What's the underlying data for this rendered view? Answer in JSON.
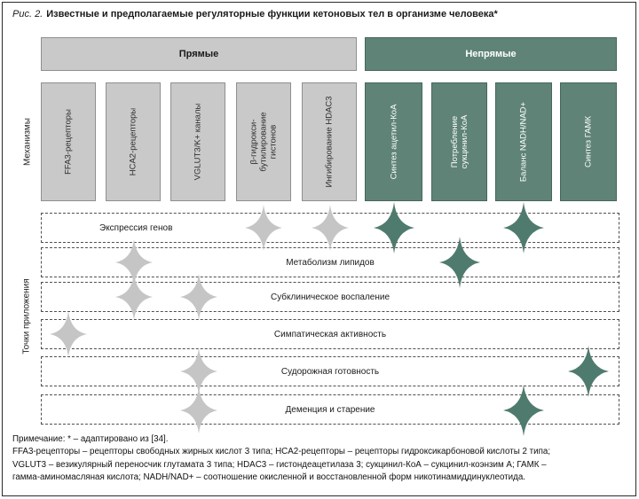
{
  "title": {
    "prefix": "Рис. 2.",
    "text": "Известные и предполагаемые регуляторные функции кетоновых тел в организме человека*"
  },
  "groups": {
    "direct_label": "Прямые",
    "indirect_label": "Непрямые"
  },
  "axis_labels": {
    "mechanisms": "Механизмы",
    "application_points": "Точки приложения"
  },
  "columns": [
    {
      "label": "FFA3-рецепторы",
      "group": "direct"
    },
    {
      "label": "HCA2-рецепторы",
      "group": "direct"
    },
    {
      "label": "VGLUT3/K+ каналы",
      "group": "direct"
    },
    {
      "label": "β-гидрокси-\nбутилирование\nгистонов",
      "group": "direct"
    },
    {
      "label": "Ингибирование HDAC3",
      "group": "direct"
    },
    {
      "label": "Синтез ацетил-КоА",
      "group": "indirect"
    },
    {
      "label": "Потребление\nсукцинил-КоА",
      "group": "indirect"
    },
    {
      "label": "Баланс NADH/NAD+",
      "group": "indirect"
    },
    {
      "label": "Синтез ГАМК",
      "group": "indirect"
    }
  ],
  "rows": [
    {
      "label": "Экспрессия генов"
    },
    {
      "label": "Метаболизм липидов"
    },
    {
      "label": "Субклиническое воспаление"
    },
    {
      "label": "Симпатическая активность"
    },
    {
      "label": "Судорожная готовность"
    },
    {
      "label": "Деменция и старение"
    }
  ],
  "markers": [
    {
      "row": 1,
      "col": 4,
      "type": "direct"
    },
    {
      "row": 1,
      "col": 5,
      "type": "direct"
    },
    {
      "row": 1,
      "col": 6,
      "type": "indirect"
    },
    {
      "row": 1,
      "col": 8,
      "type": "indirect"
    },
    {
      "row": 2,
      "col": 2,
      "type": "direct"
    },
    {
      "row": 2,
      "col": 7,
      "type": "indirect"
    },
    {
      "row": 3,
      "col": 2,
      "type": "direct"
    },
    {
      "row": 3,
      "col": 3,
      "type": "direct"
    },
    {
      "row": 4,
      "col": 1,
      "type": "direct"
    },
    {
      "row": 5,
      "col": 3,
      "type": "direct"
    },
    {
      "row": 5,
      "col": 9,
      "type": "indirect"
    },
    {
      "row": 6,
      "col": 3,
      "type": "direct"
    },
    {
      "row": 6,
      "col": 8,
      "type": "indirect"
    }
  ],
  "colors": {
    "direct_fill": "#c9c9c9",
    "indirect_fill": "#5f8377",
    "marker_direct": "#c5c5c5",
    "marker_indirect": "#4f7b6e"
  },
  "footnote": "Примечание: * – адаптировано из [34].\nFFA3-рецепторы – рецепторы свободных жирных кислот 3 типа; HCA2-рецепторы – рецепторы гидроксикарбоновой кислоты 2 типа;\nVGLUT3 – везикулярный переносчик глутамата 3 типа; HDAC3 – гистондеацетилаза 3; сукцинил-КоА – сукцинил-коэнзим А; ГАМК –\nгамма-аминомасляная кислота; NADH/NAD+ – соотношение окисленной и восстановленной форм никотинамиддинуклеотида."
}
